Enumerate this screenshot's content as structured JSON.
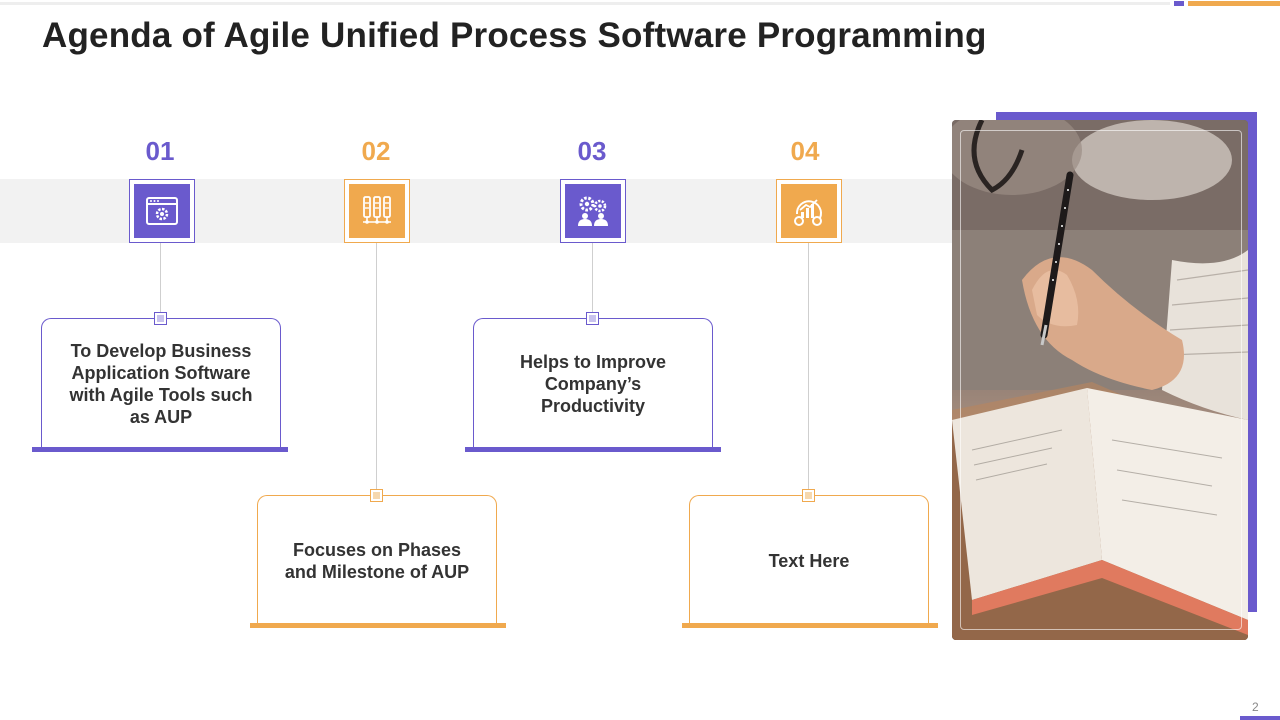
{
  "slide": {
    "title": "Agenda of Agile Unified Process Software Programming",
    "page_number": "2"
  },
  "colors": {
    "purple": "#6a5acd",
    "orange": "#f0a94e"
  },
  "items": [
    {
      "number": "01",
      "text": "To Develop Business Application Software with Agile Tools such as AUP",
      "icon": "browser-settings-icon",
      "color": "purple"
    },
    {
      "number": "02",
      "text": "Focuses on Phases and Milestone of AUP",
      "icon": "server-network-icon",
      "color": "orange"
    },
    {
      "number": "03",
      "text": "Helps to Improve Company’s Productivity",
      "icon": "team-gears-icon",
      "color": "purple"
    },
    {
      "number": "04",
      "text": "Text Here",
      "icon": "growth-chart-icon",
      "color": "orange"
    }
  ],
  "image": {
    "icon": "notebook-writing-photo"
  }
}
